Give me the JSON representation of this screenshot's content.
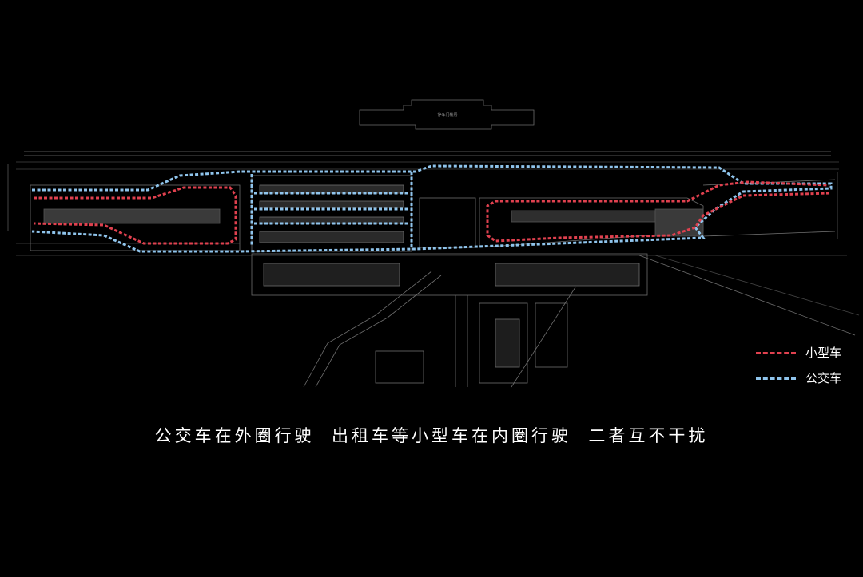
{
  "colors": {
    "background": "#000000",
    "linework": "#6e6e6e",
    "small_vehicle_route": "#e0414f",
    "bus_route": "#8fc4ec"
  },
  "plan": {
    "top_building_label": "停车门楼层"
  },
  "legend": {
    "items": [
      {
        "label": "小型车",
        "color": "#e0414f",
        "line_style": "dashed"
      },
      {
        "label": "公交车",
        "color": "#8fc4ec",
        "line_style": "dashed"
      }
    ]
  },
  "caption": "公交车在外圈行驶  出租车等小型车在内圈行驶  二者互不干扰"
}
